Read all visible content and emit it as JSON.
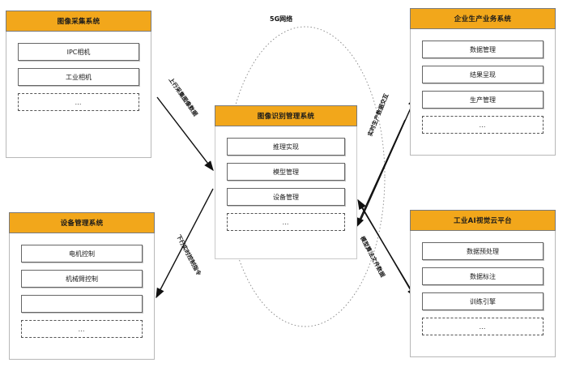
{
  "diagram": {
    "network_label": "5G网络",
    "center": {
      "title": "图像识别管理系统",
      "items": [
        "推理实现",
        "模型管理",
        "设备管理"
      ],
      "more": "…"
    },
    "panels": [
      {
        "id": "image-acquisition-system",
        "title": "图像采集系统",
        "items": [
          "IPC相机",
          "工业相机"
        ],
        "more": "…"
      },
      {
        "id": "enterprise-production-business-system",
        "title": "企业生产业务系统",
        "items": [
          "数据管理",
          "结果呈现",
          "生产管理"
        ],
        "more": "…"
      },
      {
        "id": "device-management-system",
        "title": "设备管理系统",
        "items": [
          "电机控制",
          "机械臂控制",
          ""
        ],
        "more": "…"
      },
      {
        "id": "industrial-ai-vision-cloud-platform",
        "title": "工业AI视觉云平台",
        "items": [
          "数据预处理",
          "数据标注",
          "训练引擎"
        ],
        "more": "…"
      }
    ],
    "edges": [
      {
        "id": "uplink-image-data",
        "label": "上行采集图像数据"
      },
      {
        "id": "realtime-production-data",
        "label": "实时生产数据交互"
      },
      {
        "id": "downlink-control-command",
        "label": "下行实时控制指令"
      },
      {
        "id": "model-algorithm-file-data",
        "label": "模型算法文件数据"
      }
    ],
    "colors": {
      "header": "#F2A71B",
      "panel_border": "#b8b8b8",
      "item_border": "#666666",
      "arrow": "#111111",
      "ellipse": "#8a8a8a"
    }
  }
}
